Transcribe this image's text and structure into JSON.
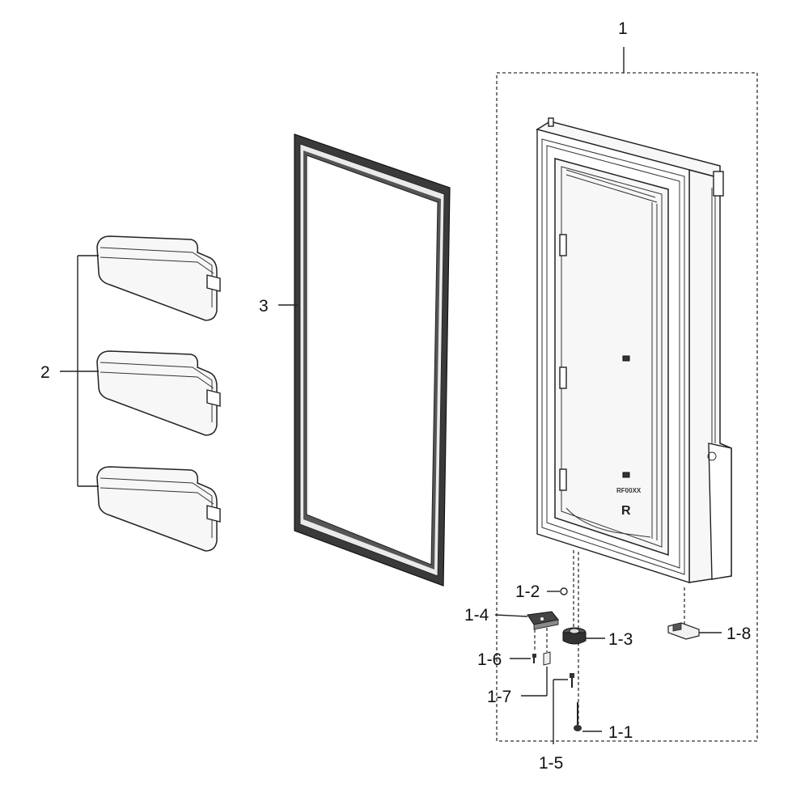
{
  "diagram": {
    "labels": {
      "assembly": "1",
      "bins": "2",
      "gasket": "3",
      "screw_bottom": "1-1",
      "cap": "1-2",
      "hinge_bushing": "1-3",
      "hinge_plate": "1-4",
      "screw_hinge": "1-5",
      "screw_small": "1-6",
      "pin": "1-7",
      "bracket": "1-8"
    },
    "door_marks": {
      "model_text": "RF00XX",
      "side": "R"
    }
  }
}
